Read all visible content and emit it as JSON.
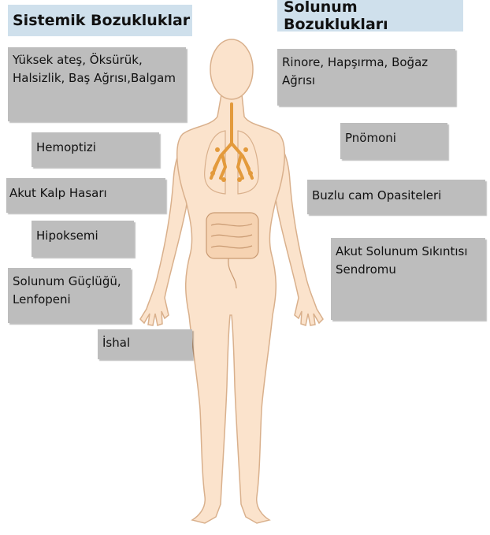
{
  "systemic": {
    "title": "Sistemik Bozukluklar",
    "items": [
      "Yüksek ateş, Öksürük, Halsizlik, Baş Ağrısı,Balgam",
      "Hemoptizi",
      "Akut Kalp Hasarı",
      "Hipoksemi",
      "Solunum Güçlüğü, Lenfopeni",
      "İshal"
    ]
  },
  "respiratory": {
    "title": "Solunum Bozuklukları",
    "items": [
      "Rinore, Hapşırma, Boğaz Ağrısı",
      "Pnömoni",
      "Buzlu cam Opasiteleri",
      "Akut Solunum Sıkıntısı Sendromu"
    ]
  },
  "colors": {
    "header_bg": "#cfe0ec",
    "box_bg": "#bdbdbd",
    "skin": "#fbe3cc",
    "outline": "#d9b08c",
    "lungs": "#e39a3c",
    "intestines": "#f6d3b2"
  }
}
